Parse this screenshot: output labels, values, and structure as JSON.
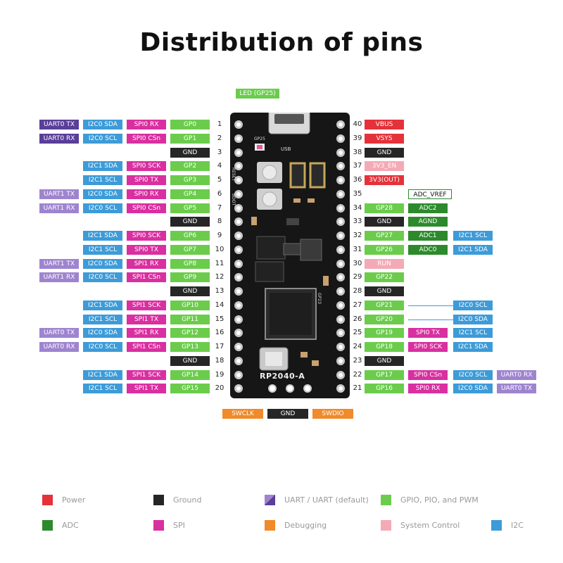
{
  "title": "Distribution of pins",
  "led_label": "LED (GP25)",
  "left_pins": [
    {
      "num": "1",
      "labels": [
        {
          "t": "UART0 TX",
          "c": "uart"
        },
        {
          "t": "I2C0 SDA",
          "c": "i2c"
        },
        {
          "t": "SPI0 RX",
          "c": "spi"
        },
        {
          "t": "GP0",
          "c": "gpio"
        }
      ]
    },
    {
      "num": "2",
      "labels": [
        {
          "t": "UART0 RX",
          "c": "uart"
        },
        {
          "t": "I2C0 SCL",
          "c": "i2c"
        },
        {
          "t": "SPI0 CSn",
          "c": "spi"
        },
        {
          "t": "GP1",
          "c": "gpio"
        }
      ]
    },
    {
      "num": "3",
      "labels": [
        {
          "t": "GND",
          "c": "gnd"
        }
      ]
    },
    {
      "num": "4",
      "labels": [
        {
          "t": "I2C1 SDA",
          "c": "i2c"
        },
        {
          "t": "SPI0 SCK",
          "c": "spi"
        },
        {
          "t": "GP2",
          "c": "gpio"
        }
      ]
    },
    {
      "num": "5",
      "labels": [
        {
          "t": "I2C1 SCL",
          "c": "i2c"
        },
        {
          "t": "SPI0 TX",
          "c": "spi"
        },
        {
          "t": "GP3",
          "c": "gpio"
        }
      ]
    },
    {
      "num": "6",
      "labels": [
        {
          "t": "UART1 TX",
          "c": "uart2"
        },
        {
          "t": "I2C0 SDA",
          "c": "i2c"
        },
        {
          "t": "SPI0 RX",
          "c": "spi"
        },
        {
          "t": "GP4",
          "c": "gpio"
        }
      ]
    },
    {
      "num": "7",
      "labels": [
        {
          "t": "UART1 RX",
          "c": "uart2"
        },
        {
          "t": "I2C0 SCL",
          "c": "i2c"
        },
        {
          "t": "SPI0 CSn",
          "c": "spi"
        },
        {
          "t": "GP5",
          "c": "gpio"
        }
      ]
    },
    {
      "num": "8",
      "labels": [
        {
          "t": "GND",
          "c": "gnd"
        }
      ]
    },
    {
      "num": "9",
      "labels": [
        {
          "t": "I2C1 SDA",
          "c": "i2c"
        },
        {
          "t": "SPI0 SCK",
          "c": "spi"
        },
        {
          "t": "GP6",
          "c": "gpio"
        }
      ]
    },
    {
      "num": "10",
      "labels": [
        {
          "t": "I2C1 SCL",
          "c": "i2c"
        },
        {
          "t": "SPI0 TX",
          "c": "spi"
        },
        {
          "t": "GP7",
          "c": "gpio"
        }
      ]
    },
    {
      "num": "11",
      "labels": [
        {
          "t": "UART1 TX",
          "c": "uart2"
        },
        {
          "t": "I2C0 SDA",
          "c": "i2c"
        },
        {
          "t": "SPI1 RX",
          "c": "spi"
        },
        {
          "t": "GP8",
          "c": "gpio"
        }
      ]
    },
    {
      "num": "12",
      "labels": [
        {
          "t": "UART1 RX",
          "c": "uart2"
        },
        {
          "t": "I2C0 SCL",
          "c": "i2c"
        },
        {
          "t": "SPI1 CSn",
          "c": "spi"
        },
        {
          "t": "GP9",
          "c": "gpio"
        }
      ]
    },
    {
      "num": "13",
      "labels": [
        {
          "t": "GND",
          "c": "gnd"
        }
      ]
    },
    {
      "num": "14",
      "labels": [
        {
          "t": "I2C1 SDA",
          "c": "i2c"
        },
        {
          "t": "SPI1 SCK",
          "c": "spi"
        },
        {
          "t": "GP10",
          "c": "gpio"
        }
      ]
    },
    {
      "num": "15",
      "labels": [
        {
          "t": "I2C1 SCL",
          "c": "i2c"
        },
        {
          "t": "SPI1 TX",
          "c": "spi"
        },
        {
          "t": "GP11",
          "c": "gpio"
        }
      ]
    },
    {
      "num": "16",
      "labels": [
        {
          "t": "UART0 TX",
          "c": "uart2"
        },
        {
          "t": "I2C0 SDA",
          "c": "i2c"
        },
        {
          "t": "SPI1 RX",
          "c": "spi"
        },
        {
          "t": "GP12",
          "c": "gpio"
        }
      ]
    },
    {
      "num": "17",
      "labels": [
        {
          "t": "UART0 RX",
          "c": "uart2"
        },
        {
          "t": "I2C0 SCL",
          "c": "i2c"
        },
        {
          "t": "SPI1 CSn",
          "c": "spi"
        },
        {
          "t": "GP13",
          "c": "gpio"
        }
      ]
    },
    {
      "num": "18",
      "labels": [
        {
          "t": "GND",
          "c": "gnd"
        }
      ]
    },
    {
      "num": "19",
      "labels": [
        {
          "t": "I2C1 SDA",
          "c": "i2c"
        },
        {
          "t": "SPI1 SCK",
          "c": "spi"
        },
        {
          "t": "GP14",
          "c": "gpio"
        }
      ]
    },
    {
      "num": "20",
      "labels": [
        {
          "t": "I2C1 SCL",
          "c": "i2c"
        },
        {
          "t": "SPI1 TX",
          "c": "spi"
        },
        {
          "t": "GP15",
          "c": "gpio"
        }
      ]
    }
  ],
  "right_pins": [
    {
      "num": "40",
      "labels": [
        {
          "t": "VBUS",
          "c": "pwr"
        }
      ]
    },
    {
      "num": "39",
      "labels": [
        {
          "t": "VSYS",
          "c": "pwr"
        }
      ]
    },
    {
      "num": "38",
      "labels": [
        {
          "t": "GND",
          "c": "gnd"
        }
      ]
    },
    {
      "num": "37",
      "labels": [
        {
          "t": "3V3_EN",
          "c": "sys"
        }
      ]
    },
    {
      "num": "36",
      "labels": [
        {
          "t": "3V3(OUT)",
          "c": "pwr"
        }
      ]
    },
    {
      "num": "35",
      "labels": [
        {
          "t": "",
          "c": "none"
        },
        {
          "t": "ADC_VREF",
          "c": "adcref"
        }
      ]
    },
    {
      "num": "34",
      "labels": [
        {
          "t": "GP28",
          "c": "gpio"
        },
        {
          "t": "ADC2",
          "c": "adc"
        }
      ]
    },
    {
      "num": "33",
      "labels": [
        {
          "t": "GND",
          "c": "gnd"
        },
        {
          "t": "AGND",
          "c": "adc"
        }
      ]
    },
    {
      "num": "32",
      "labels": [
        {
          "t": "GP27",
          "c": "gpio"
        },
        {
          "t": "ADC1",
          "c": "adc"
        },
        {
          "t": "I2C1 SCL",
          "c": "i2c"
        }
      ]
    },
    {
      "num": "31",
      "labels": [
        {
          "t": "GP26",
          "c": "gpio"
        },
        {
          "t": "ADC0",
          "c": "adc"
        },
        {
          "t": "I2C1 SDA",
          "c": "i2c"
        }
      ]
    },
    {
      "num": "30",
      "labels": [
        {
          "t": "RUN",
          "c": "sys"
        }
      ]
    },
    {
      "num": "29",
      "labels": [
        {
          "t": "GP22",
          "c": "gpio"
        }
      ]
    },
    {
      "num": "28",
      "labels": [
        {
          "t": "GND",
          "c": "gnd"
        }
      ]
    },
    {
      "num": "27",
      "labels": [
        {
          "t": "GP21",
          "c": "gpio"
        },
        {
          "t": "",
          "c": "line"
        },
        {
          "t": "I2C0 SCL",
          "c": "i2c"
        }
      ]
    },
    {
      "num": "26",
      "labels": [
        {
          "t": "GP20",
          "c": "gpio"
        },
        {
          "t": "",
          "c": "line"
        },
        {
          "t": "I2C0 SDA",
          "c": "i2c"
        }
      ]
    },
    {
      "num": "25",
      "labels": [
        {
          "t": "GP19",
          "c": "gpio"
        },
        {
          "t": "SPI0 TX",
          "c": "spi"
        },
        {
          "t": "I2C1 SCL",
          "c": "i2c"
        }
      ]
    },
    {
      "num": "24",
      "labels": [
        {
          "t": "GP18",
          "c": "gpio"
        },
        {
          "t": "SPI0 SCK",
          "c": "spi"
        },
        {
          "t": "I2C1 SDA",
          "c": "i2c"
        }
      ]
    },
    {
      "num": "23",
      "labels": [
        {
          "t": "GND",
          "c": "gnd"
        }
      ]
    },
    {
      "num": "22",
      "labels": [
        {
          "t": "GP17",
          "c": "gpio"
        },
        {
          "t": "SPI0 CSn",
          "c": "spi"
        },
        {
          "t": "I2C0 SCL",
          "c": "i2c"
        },
        {
          "t": "UART0 RX",
          "c": "uart2"
        }
      ]
    },
    {
      "num": "21",
      "labels": [
        {
          "t": "GP16",
          "c": "gpio"
        },
        {
          "t": "SPI0 RX",
          "c": "spi"
        },
        {
          "t": "I2C0 SDA",
          "c": "i2c"
        },
        {
          "t": "UART0 TX",
          "c": "uart2"
        }
      ]
    }
  ],
  "bottom_pins": [
    {
      "t": "SWCLK",
      "c": "dbg"
    },
    {
      "t": "GND",
      "c": "gnd"
    },
    {
      "t": "SWDIO",
      "c": "dbg"
    }
  ],
  "board": {
    "usb_text": "USB",
    "gp25_text": "GP25",
    "reset_text": "RESET",
    "boot_text": "BOOT",
    "gp23_text": "GP23",
    "name_text": "RP2040-A"
  },
  "legend": [
    {
      "label": "Power",
      "color": "#e5313a"
    },
    {
      "label": "Ground",
      "color": "#262626"
    },
    {
      "label": "UART / UART (default)",
      "color": "#5a3e99",
      "split": true
    },
    {
      "label": "GPIO, PIO, and PWM",
      "color": "#6bcc4c"
    },
    {
      "label": "ADC",
      "color": "#2c8a2c"
    },
    {
      "label": "SPI",
      "color": "#d92fa0"
    },
    {
      "label": "Debugging",
      "color": "#f08a2a"
    },
    {
      "label": "System Control",
      "color": "#f4aab4"
    },
    {
      "label": "I2C",
      "color": "#3d9bd8"
    }
  ]
}
